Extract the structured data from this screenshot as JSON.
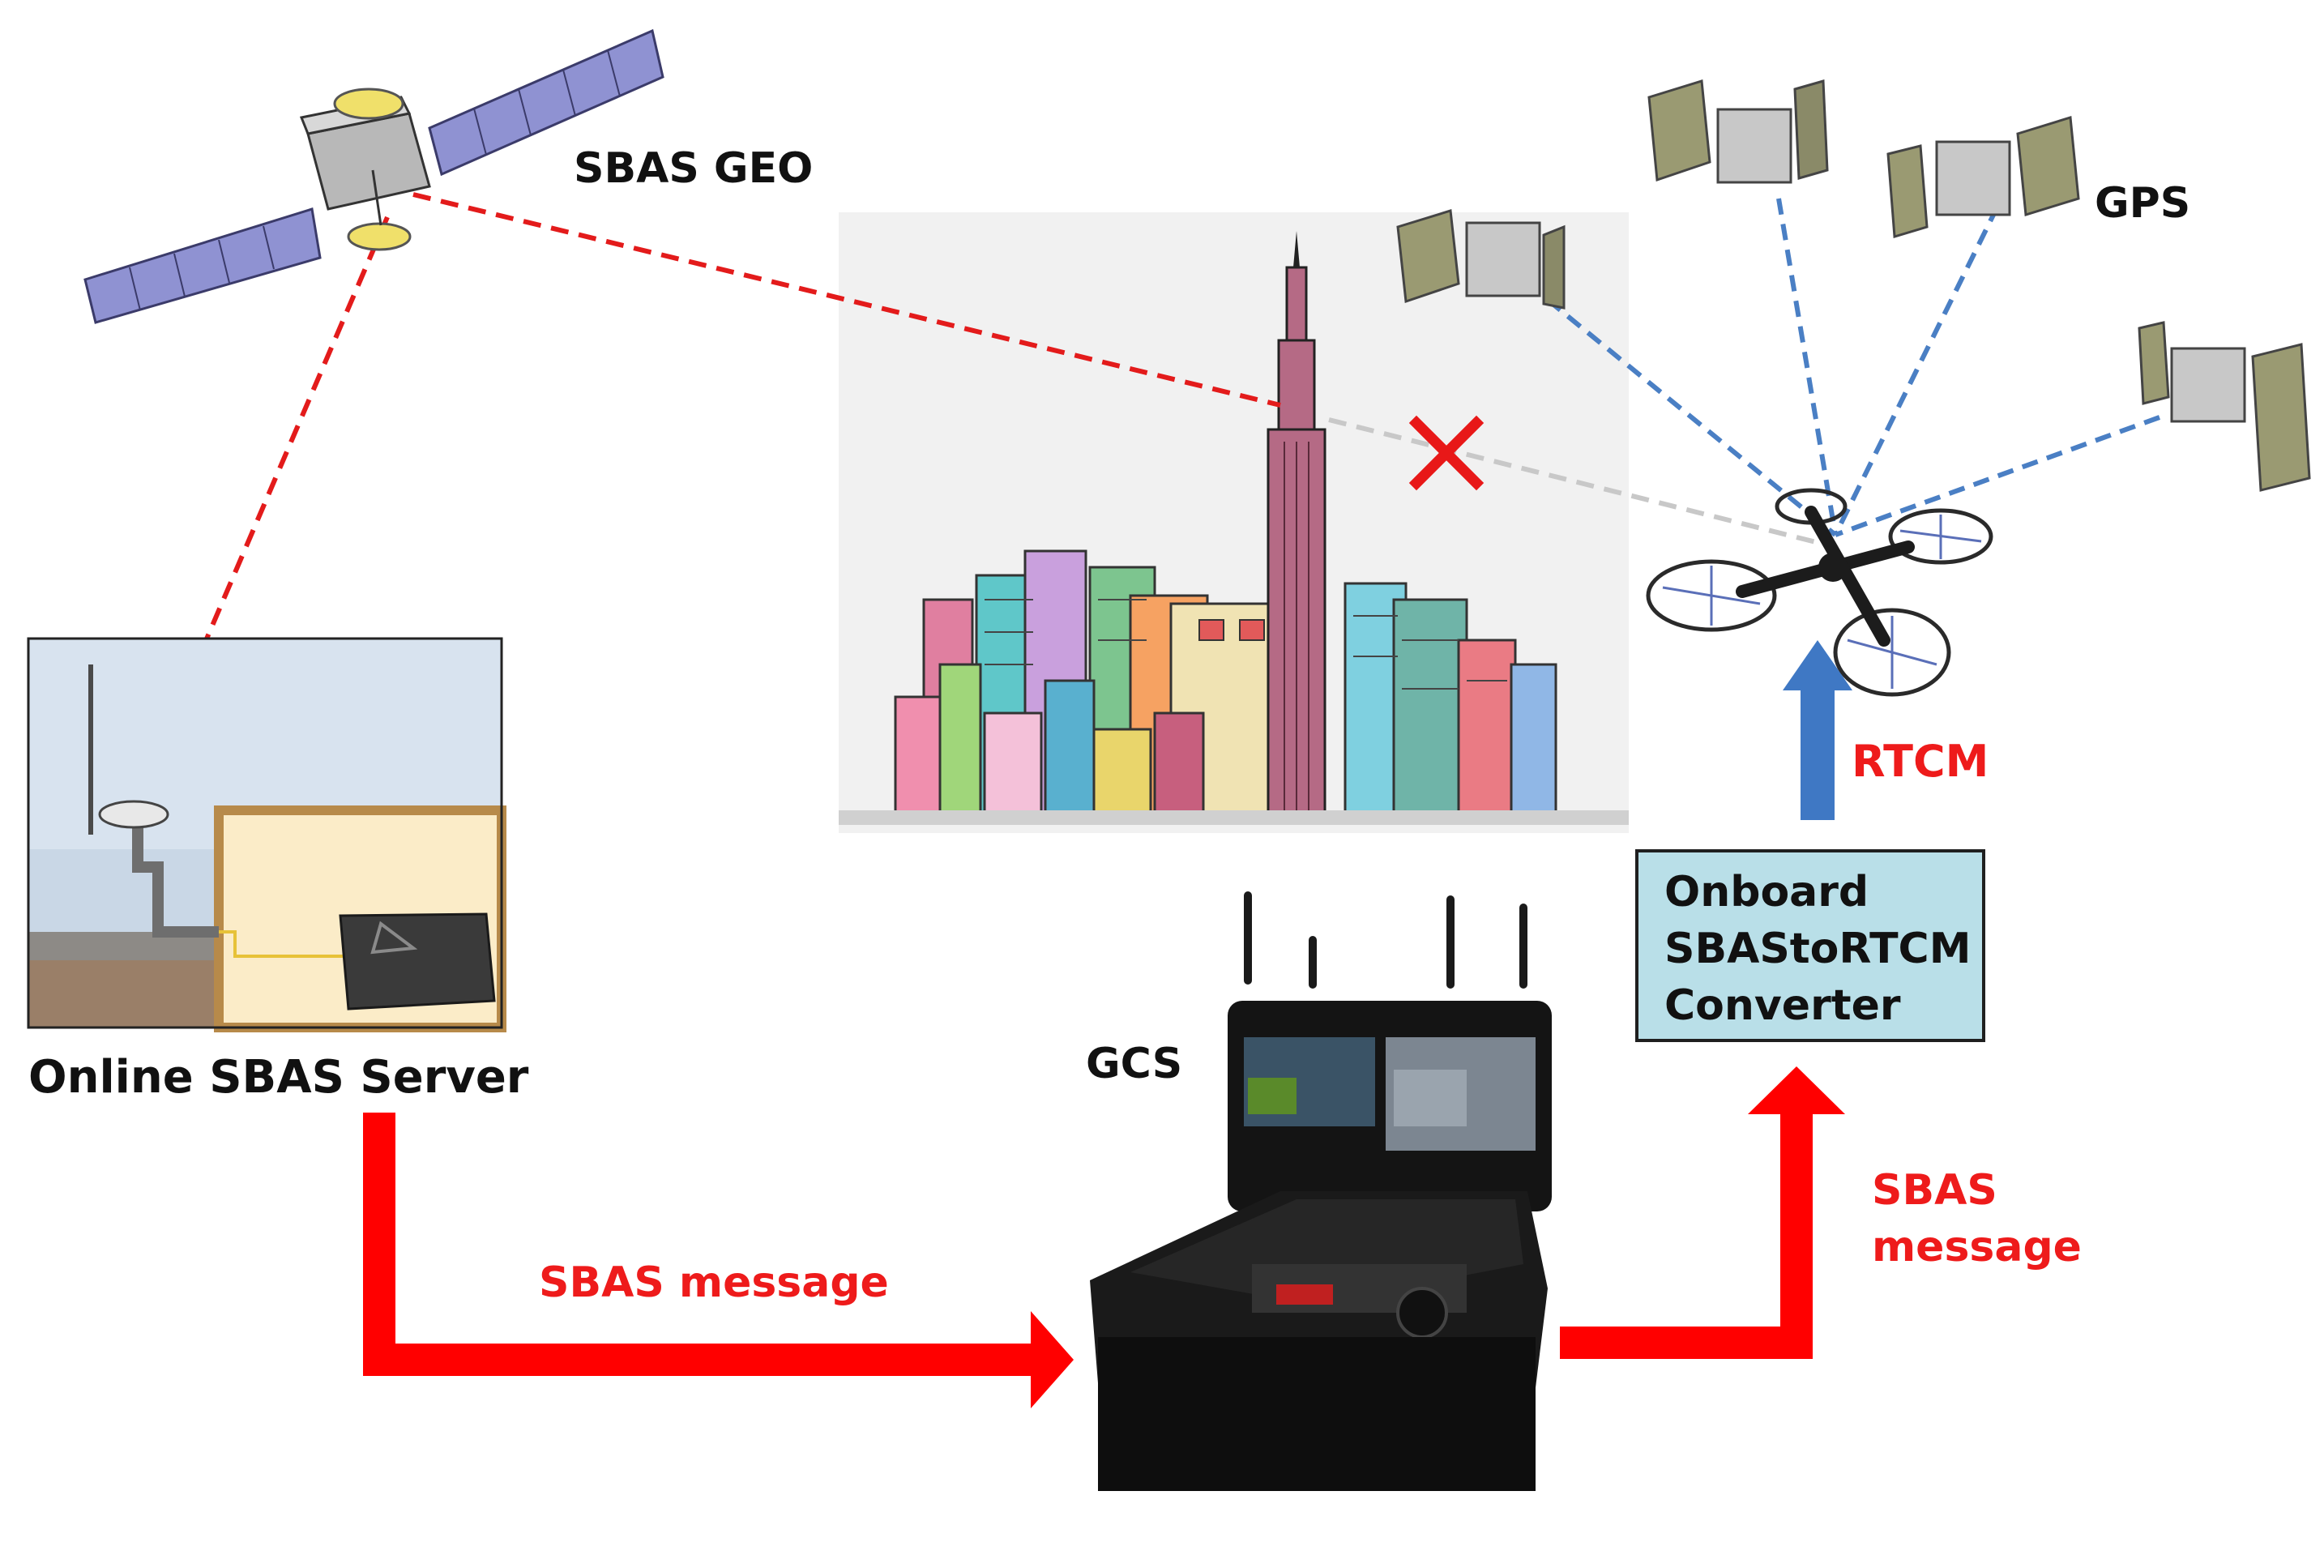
{
  "labels": {
    "sbas_geo": "SBAS  GEO",
    "gps": "GPS",
    "online_server": "Online  SBAS  Server",
    "gcs": "GCS",
    "rtcm": "RTCM",
    "sbas_message_bottom": "SBAS  message",
    "sbas_message_right_line1": "SBAS",
    "sbas_message_right_line2": "message"
  },
  "converter": {
    "line1": "Onboard",
    "line2": "SBAStoRTCM",
    "line3": "Converter"
  },
  "colors": {
    "sbas_link": "#e31b1b",
    "gps_link": "#4a7fc4",
    "blocked_link": "#c8c8c8",
    "message_arrow": "#ff0000",
    "rtcm_arrow": "#3f78c4",
    "converter_fill": "#b9dfe8"
  }
}
